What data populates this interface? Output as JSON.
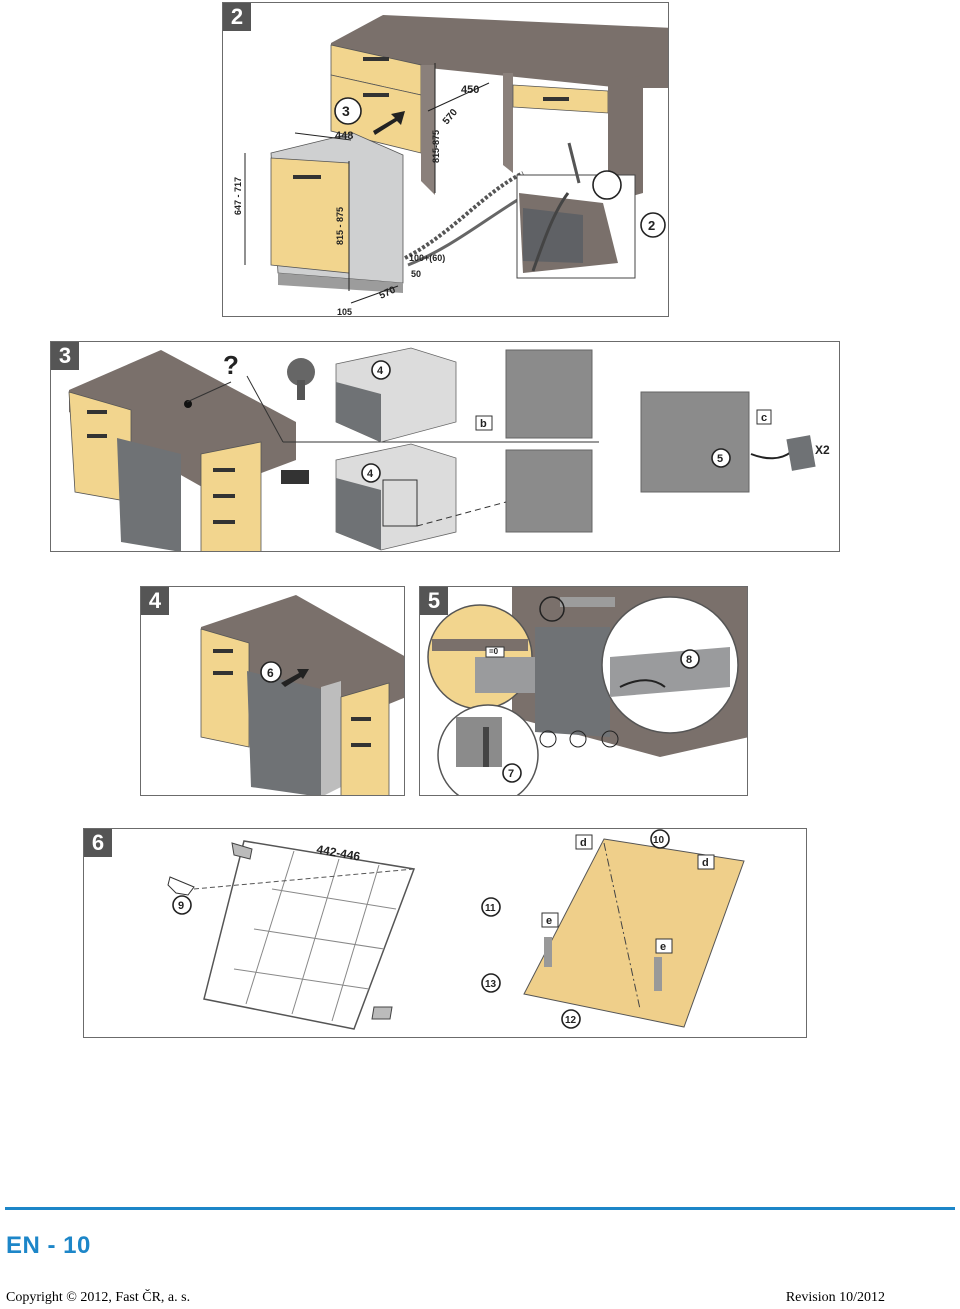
{
  "panels": {
    "p2": {
      "number": "2",
      "dims": {
        "top_depth": "450",
        "side_depth": "570",
        "cabinet_height": "815-875",
        "width": "448",
        "door_height": "647 - 717",
        "unit_height": "815 - 875",
        "plinth": "100+(60)",
        "plinth_gap": "50",
        "bottom_depth": "570",
        "bottom_offset": "105"
      },
      "callouts": [
        "3",
        "2"
      ]
    },
    "p3": {
      "number": "3",
      "question": "?",
      "callouts": [
        "4",
        "4",
        "5"
      ],
      "letters": [
        "b",
        "c"
      ],
      "multiplier": "X2"
    },
    "p4": {
      "number": "4",
      "callouts": [
        "6"
      ]
    },
    "p5": {
      "number": "5",
      "callouts": [
        "7",
        "8"
      ],
      "gap": "=0"
    },
    "p6": {
      "number": "6",
      "width_range": "442-446",
      "callouts": [
        "9",
        "10",
        "11",
        "12",
        "13"
      ],
      "letters": [
        "d",
        "d",
        "e",
        "e"
      ]
    }
  },
  "footer": {
    "page": "EN - 10",
    "copyright": "Copyright © 2012, Fast ČR, a. s.",
    "revision": "Revision 10/2012"
  },
  "colors": {
    "countertop": "#7a706b",
    "cabinet": "#f2d58e",
    "appliance": "#6f7275",
    "board": "#efcf8a",
    "accent": "#1d86c8"
  }
}
